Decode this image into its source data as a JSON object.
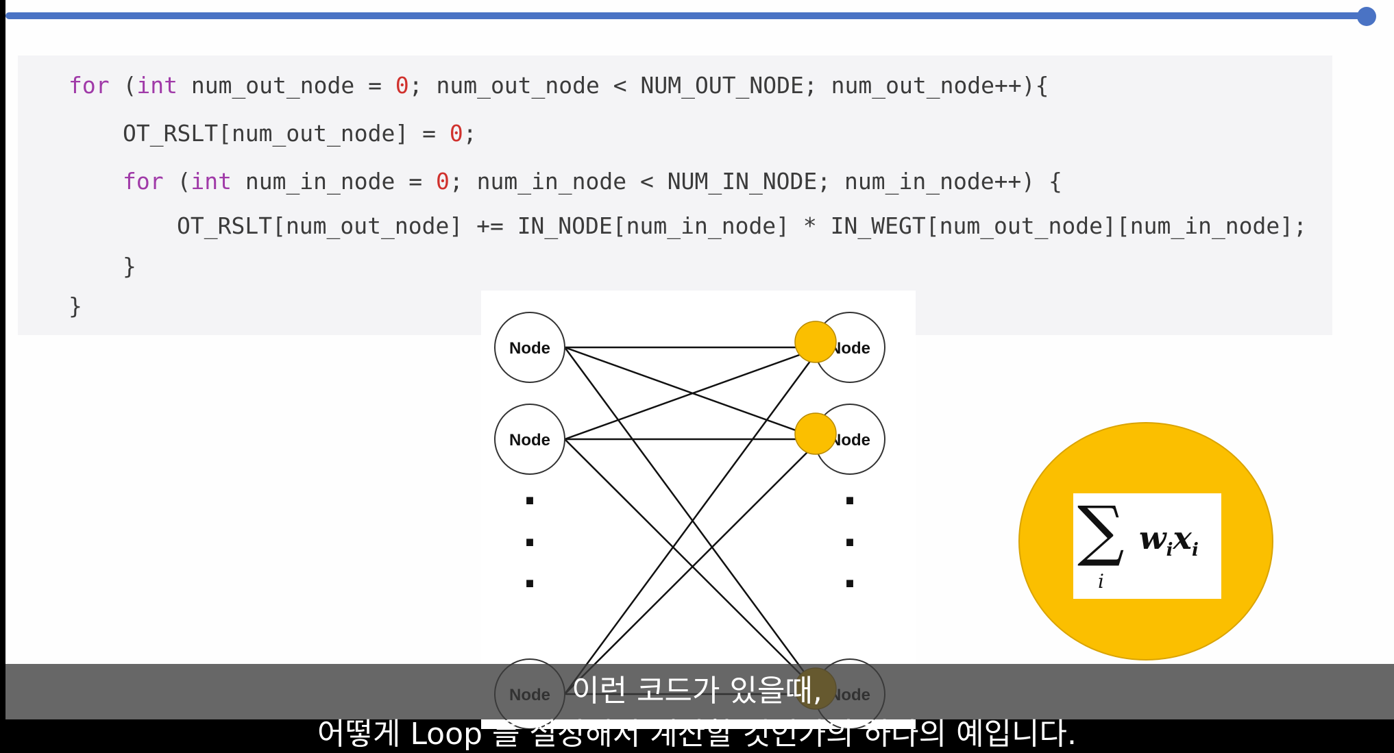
{
  "video": {
    "progress_fraction": 0.99,
    "progress_color": "#4a73c4"
  },
  "code": {
    "lines": [
      {
        "indent": 0,
        "tokens": [
          {
            "t": "for",
            "c": "kw"
          },
          {
            "t": " (",
            "c": ""
          },
          {
            "t": "int",
            "c": "kw"
          },
          {
            "t": " num_out_node = ",
            "c": ""
          },
          {
            "t": "0",
            "c": "num"
          },
          {
            "t": "; num_out_node < NUM_OUT_NODE; num_out_node++){",
            "c": ""
          }
        ]
      },
      {
        "indent": 1,
        "tokens": [
          {
            "t": "OT_RSLT[num_out_node] = ",
            "c": ""
          },
          {
            "t": "0",
            "c": "num"
          },
          {
            "t": ";",
            "c": ""
          }
        ]
      },
      {
        "indent": 1,
        "tokens": [
          {
            "t": "for",
            "c": "kw"
          },
          {
            "t": " (",
            "c": ""
          },
          {
            "t": "int",
            "c": "kw"
          },
          {
            "t": " num_in_node = ",
            "c": ""
          },
          {
            "t": "0",
            "c": "num"
          },
          {
            "t": "; num_in_node < NUM_IN_NODE; num_in_node++) {",
            "c": ""
          }
        ]
      },
      {
        "indent": 2,
        "tokens": [
          {
            "t": "OT_RSLT[num_out_node] += IN_NODE[num_in_node] * IN_WEGT[num_out_node][num_in_node];",
            "c": ""
          }
        ]
      },
      {
        "indent": 1,
        "tokens": [
          {
            "t": "}",
            "c": ""
          }
        ]
      },
      {
        "indent": 0,
        "tokens": [
          {
            "t": "}",
            "c": ""
          }
        ]
      }
    ]
  },
  "diagram": {
    "node_label": "Node",
    "ellipsis": "·"
  },
  "formula": {
    "sum_symbol": "∑",
    "subscript_index": "i",
    "weight": "w",
    "input": "x",
    "fill_color": "#fbbf00"
  },
  "subtitles": {
    "line1": "이런 코드가 있을때,",
    "line2": "어떻게 Loop 를 설정해서 계산할 것인가의 하나의 예입니다."
  }
}
